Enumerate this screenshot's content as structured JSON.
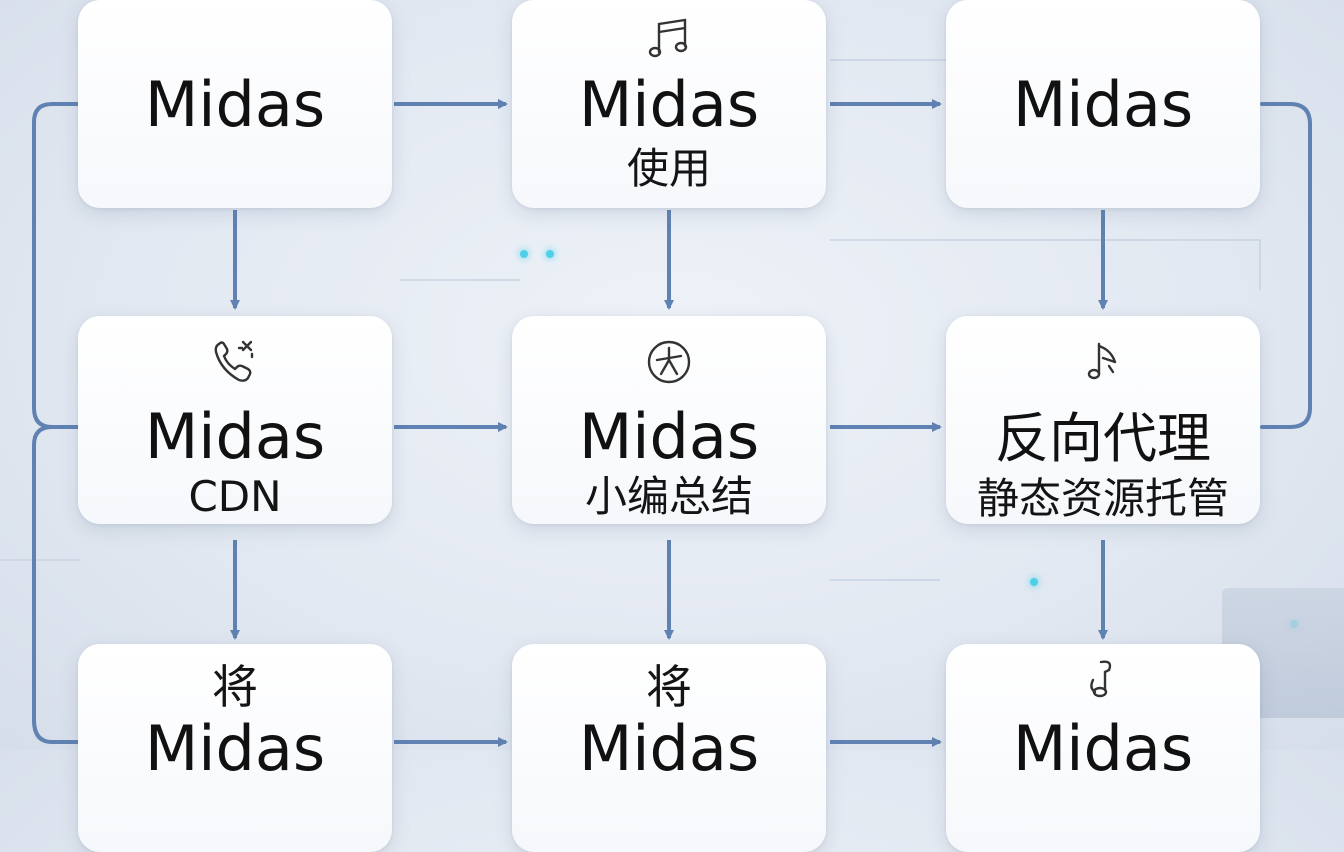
{
  "cards": {
    "r1c1": {
      "title": "Midas"
    },
    "r1c2": {
      "title": "Midas",
      "sub": "使用",
      "icon": "music-note-icon"
    },
    "r1c3": {
      "title": "Midas"
    },
    "r2c1": {
      "title": "Midas",
      "sub": "CDN",
      "icon": "phone-icon"
    },
    "r2c2": {
      "title": "Midas",
      "sub": "小编总结",
      "icon": "circle-figure-icon"
    },
    "r2c3": {
      "title": "反向代理",
      "sub": "静态资源托管",
      "icon": "music-flag-icon"
    },
    "r3c1": {
      "pre": "将",
      "title": "Midas"
    },
    "r3c2": {
      "pre": "将",
      "title": "Midas"
    },
    "r3c3": {
      "title": "Midas",
      "icon": "music-hook-icon"
    }
  },
  "colors": {
    "arrow": "#5f82b3",
    "card": "#ffffff",
    "accent_dot": "#4fd0e8"
  }
}
